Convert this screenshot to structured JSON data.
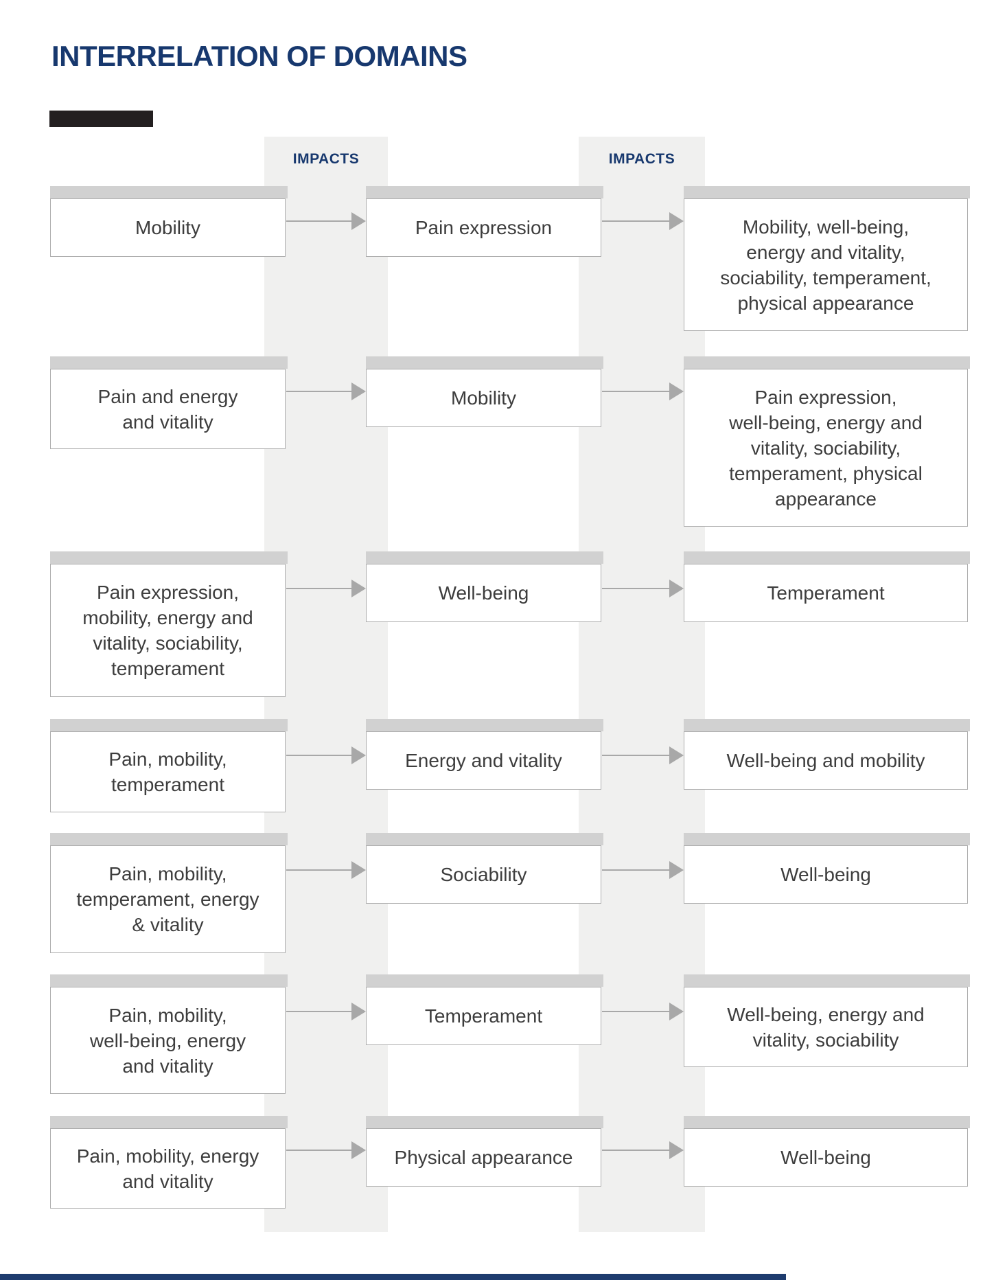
{
  "page": {
    "title": "INTERRELATION OF DOMAINS"
  },
  "impacts_headers": [
    "IMPACTS",
    "IMPACTS"
  ],
  "rows": [
    {
      "source": "Mobility",
      "impacted": "Pain expression",
      "result": "Mobility, well-being,\nenergy and vitality,\nsociability, temperament,\nphysical appearance"
    },
    {
      "source": "Pain and energy\nand vitality",
      "impacted": "Mobility",
      "result": "Pain expression,\nwell-being, energy and\nvitality, sociability,\ntemperament, physical\nappearance"
    },
    {
      "source": "Pain expression,\nmobility, energy and\nvitality, sociability,\ntemperament",
      "impacted": "Well-being",
      "result": "Temperament"
    },
    {
      "source": "Pain, mobility,\ntemperament",
      "impacted": "Energy and vitality",
      "result": "Well-being and mobility"
    },
    {
      "source": "Pain, mobility,\ntemperament, energy\n& vitality",
      "impacted": "Sociability",
      "result": "Well-being"
    },
    {
      "source": "Pain, mobility,\nwell-being, energy\nand vitality",
      "impacted": "Temperament",
      "result": "Well-being, energy and\nvitality, sociability"
    },
    {
      "source": "Pain, mobility, energy\nand vitality",
      "impacted": "Physical appearance",
      "result": "Well-being"
    }
  ],
  "colors": {
    "accent_navy": "#17386e",
    "title_bar_black": "#231f20",
    "band_gray": "#f0f0ef",
    "strip_gray": "#d1d1d1",
    "box_border_gray": "#adadad",
    "box_text_gray": "#3d3d3d",
    "arrow_gray": "#a8a8a8",
    "bottom_rule_navy": "#1e3c6e",
    "background": "#ffffff"
  }
}
